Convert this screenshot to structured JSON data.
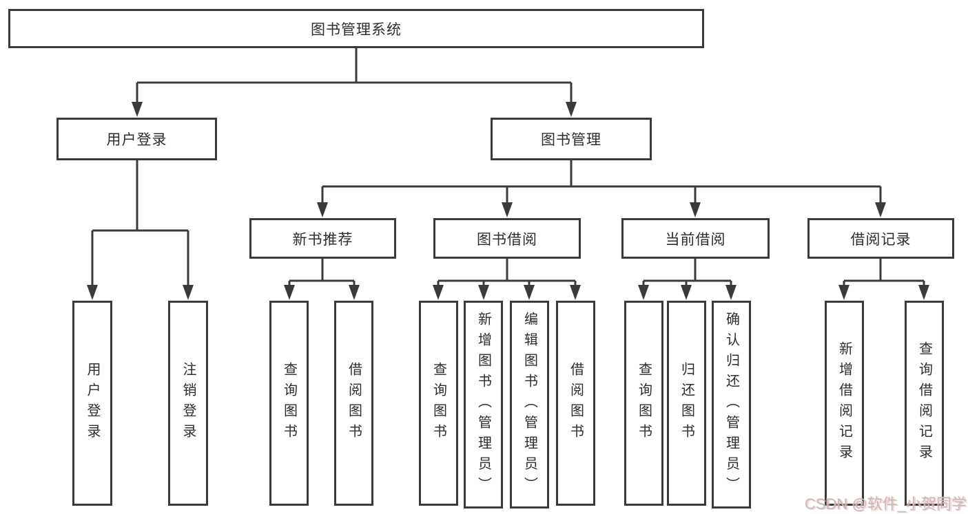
{
  "root": {
    "label": "图书管理系统"
  },
  "branches": {
    "user_login": {
      "label": "用户登录",
      "children": [
        {
          "label": "用户登录"
        },
        {
          "label": "注销登录"
        }
      ]
    },
    "book_management": {
      "label": "图书管理",
      "groups": [
        {
          "label": "新书推荐",
          "children": [
            {
              "label": "查询图书"
            },
            {
              "label": "借阅图书"
            }
          ]
        },
        {
          "label": "图书借阅",
          "children": [
            {
              "label": "查询图书"
            },
            {
              "label": "新增图书（管理员）"
            },
            {
              "label": "编辑图书（管理员）"
            },
            {
              "label": "借阅图书"
            }
          ]
        },
        {
          "label": "当前借阅",
          "children": [
            {
              "label": "查询图书"
            },
            {
              "label": "归还图书"
            },
            {
              "label": "确认归还（管理员）"
            }
          ]
        },
        {
          "label": "借阅记录",
          "children": [
            {
              "label": "新增借阅记录"
            },
            {
              "label": "查询借阅记录"
            }
          ]
        }
      ]
    }
  },
  "watermark": {
    "text": "CSDN @软件_小贺同学"
  },
  "colors": {
    "line": "#3a3a3a",
    "text": "#2d2d2d",
    "background": "#ffffff",
    "watermark_text": "#bdbdbd",
    "watermark_shadow": "#ffb3b3"
  }
}
